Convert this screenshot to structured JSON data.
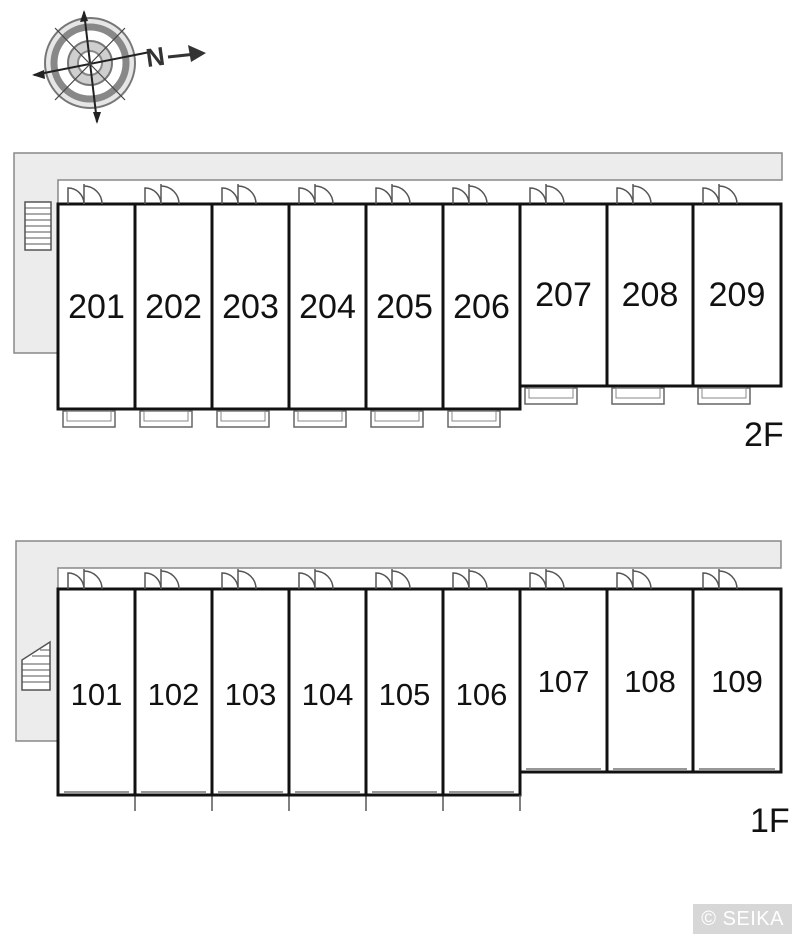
{
  "compass": {
    "north_label": "N",
    "icon": "compass-rose-icon"
  },
  "floors": [
    {
      "label": "2F",
      "units": [
        "201",
        "202",
        "203",
        "204",
        "205",
        "206",
        "207",
        "208",
        "209"
      ]
    },
    {
      "label": "1F",
      "units": [
        "101",
        "102",
        "103",
        "104",
        "105",
        "106",
        "107",
        "108",
        "109"
      ]
    }
  ],
  "copyright": "© SEIKA",
  "colors": {
    "corridor": "#ececec",
    "wall": "#111111",
    "outline": "#888888"
  }
}
